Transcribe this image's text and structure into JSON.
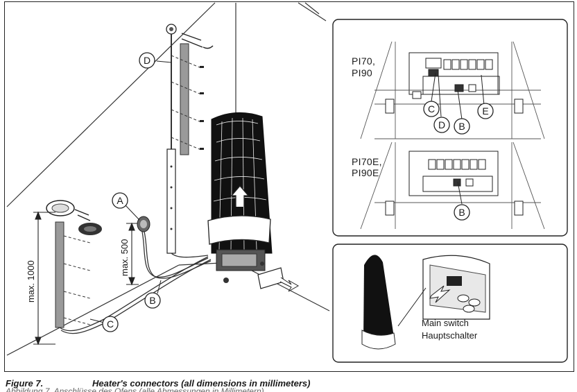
{
  "figure": {
    "number": "Figure 7.",
    "title": "Heater's connectors (all dimensions in millimeters)",
    "subtitle_cut": "Abbildung 7.   Anschlüsse des Ofens (alle Abmessungen in Millimetern)"
  },
  "callouts": {
    "A": "A",
    "B": "B",
    "C": "C",
    "D": "D",
    "E": "E"
  },
  "dimensions": {
    "max_1000": "max. 1000",
    "max_500": "max. 500"
  },
  "panel_top": {
    "model_line1": "PI70,",
    "model_line2": "PI90"
  },
  "panel_mid": {
    "model_line1": "PI70E,",
    "model_line2": "PI90E"
  },
  "panel_bottom": {
    "label_en": "Main switch",
    "label_de": "Hauptschalter"
  }
}
